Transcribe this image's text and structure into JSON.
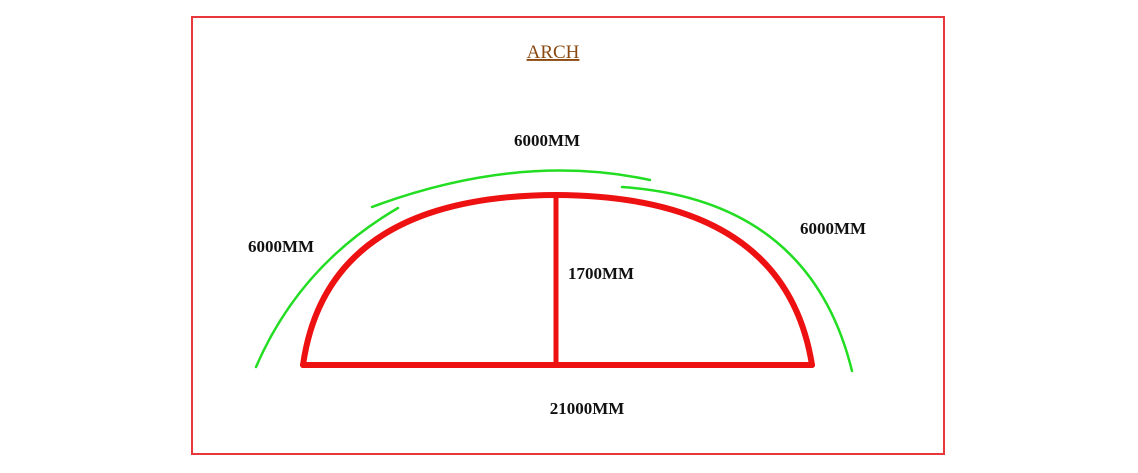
{
  "title": "ARCH",
  "labels": {
    "top_arc": "6000MM",
    "left_arc": "6000MM",
    "right_arc": "6000MM",
    "height": "1700MM",
    "span": "21000MM"
  },
  "colors": {
    "frame": "#e8373a",
    "arch": "#ee1111",
    "arc_guides": "#22dd22",
    "title": "#8b4a12",
    "text": "#111111"
  }
}
